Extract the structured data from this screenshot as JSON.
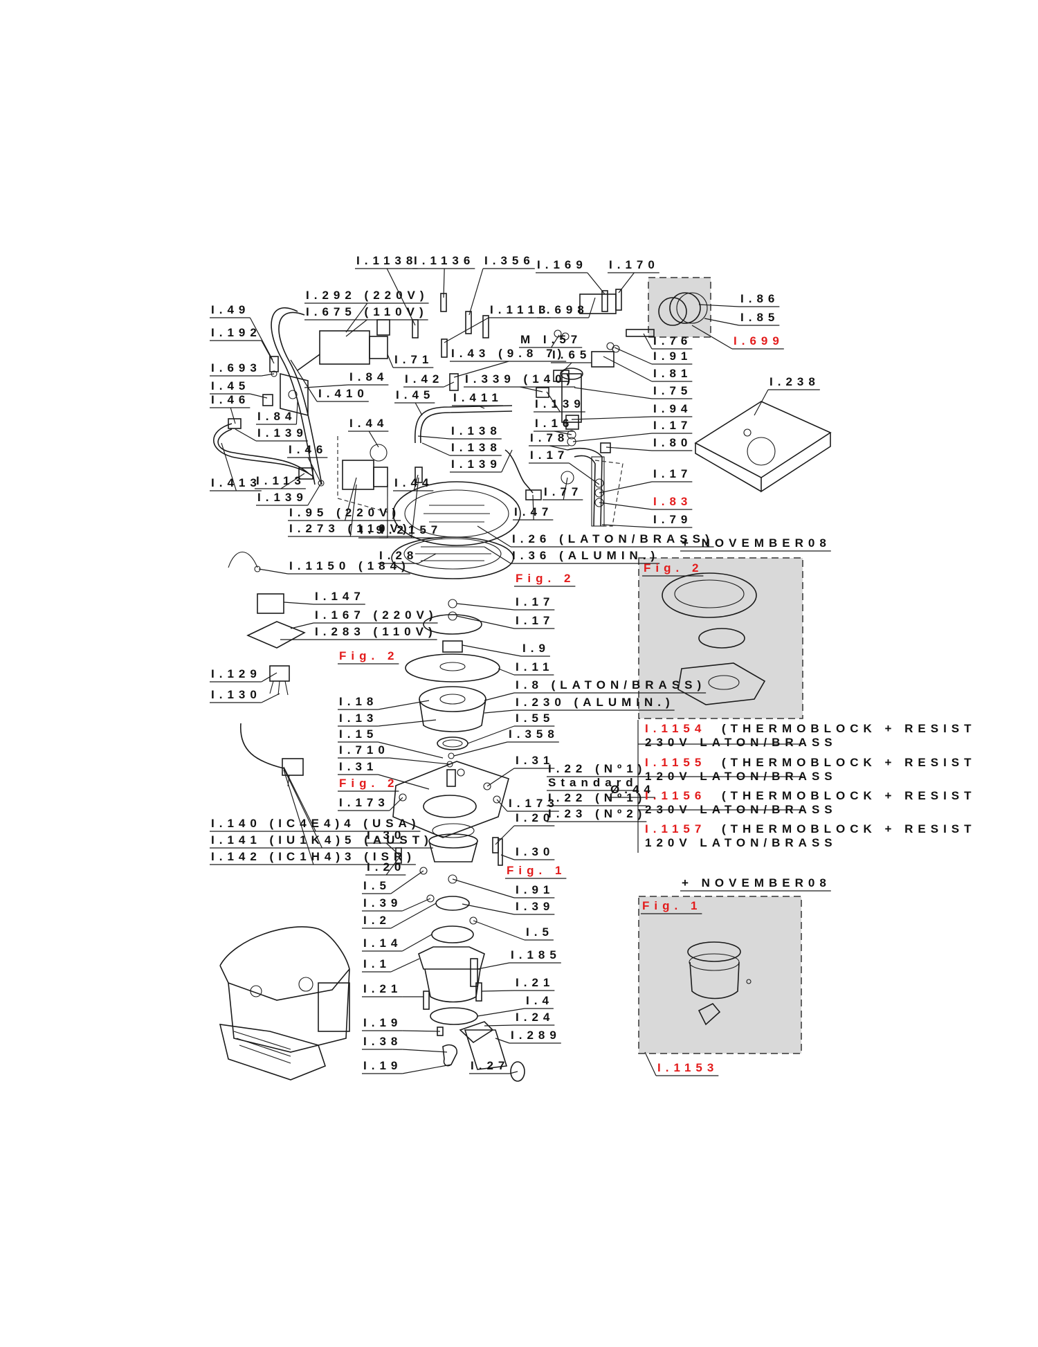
{
  "colors": {
    "label": "#111111",
    "highlight": "#e31b1b",
    "inset_fill": "#d9d9d9",
    "line": "#1a1a1a"
  },
  "labels": {
    "l1113b": "I.1138",
    "l1136": "I.1136",
    "l356": "I.356",
    "l169": "I.169",
    "l170": "I.170",
    "l292": "I.292 (220V)",
    "l675": "I.675 (110V)",
    "l49": "I.49",
    "l1113": "I.1113",
    "l698": "I.698",
    "l86": "I.86",
    "l85": "I.85",
    "l699": "I.699",
    "l192": "I.192",
    "lm157": "M I.57",
    "l71": "I.71",
    "l43": "I.43 (9.8 7)",
    "l65": "I.65",
    "l76": "I.76",
    "l91a": "I.91",
    "l693": "I.693",
    "l184": "I.84",
    "l42": "I.42",
    "l339": "I.339 (140)",
    "l81": "I.81",
    "l45": "I.45",
    "l410": "I.410",
    "l45b": "I.45",
    "l411": "I.411",
    "l75": "I.75",
    "l238": "I.238",
    "l46a": "I.46",
    "l84": "I.84",
    "l139a": "I.139",
    "l94": "I.94",
    "l139b": "I.139",
    "l16": "I.16",
    "l17a": "I.17",
    "l44": "I.44",
    "l138a": "I.138",
    "l78": "I.78",
    "l138b": "I.138",
    "l80": "I.80",
    "l46b": "I.46",
    "l17b": "I.17",
    "l139c": "I.139",
    "l17c": "I.17",
    "l413": "I.413",
    "l113": "I.113",
    "l44b": "I.44",
    "l77": "I.77",
    "l83": "I.83",
    "l139d": "I.139",
    "l47": "I.47",
    "l79": "I.79",
    "l95": "I.95 (220V)",
    "l273": "I.273 (110V)",
    "l9": "I.9",
    "l2157": "I.2157",
    "l26": "I.26 (LATON/BRASS)",
    "l36": "I.36 (ALUMIN.)",
    "nov1": "+ NOVEMBER08",
    "fig2a": "Fig. 2",
    "l28": "I.28",
    "l1150": "I.1150 (184)",
    "fig2b": "Fig. 2",
    "l147": "I.147",
    "l17d": "I.17",
    "l167": "I.167 (220V)",
    "l17e": "I.17",
    "l283": "I.283 (110V)",
    "fig2c": "Fig. 2",
    "l9b": "I.9",
    "l129": "I.129",
    "l11": "I.11",
    "l8": "I.8 (LATON/BRASS)",
    "l130": "I.130",
    "l18": "I.18",
    "l230": "I.230 (ALUMIN.)",
    "l13": "I.13",
    "l55": "I.55",
    "l15": "I.15",
    "l358": "I.358",
    "l710": "I.710",
    "l31a": "I.31",
    "l31b": "I.31",
    "l22": "I.22 (Nº1)",
    "standard": "Standard",
    "l44c": "Ø.44",
    "fig2d": "Fig. 2",
    "l173": "I.173",
    "l173b": "I.173",
    "l22b": "I.22 (Nº1)",
    "l23": "I.23 (Nº2)",
    "l140": "I.140 (IC4E4)4 (USA)",
    "l141": "I.141 (IU1K4)5 (AUST)",
    "l142": "I.142 (IC1H4)3 (ISR)",
    "l20a": "I.20",
    "l30b": "I.30",
    "l20b": "I.20",
    "l30": "I.30",
    "fig1a": "Fig. 1",
    "l5a": "I.5",
    "l91b": "I.91",
    "l39a": "I.39",
    "l39b": "I.39",
    "l2": "I.2",
    "l5b": "I.5",
    "l14": "I.14",
    "l1": "I.1",
    "l185": "I.185",
    "l21a": "I.21",
    "l21b": "I.21",
    "l4": "I.4",
    "l19a": "I.19",
    "l24": "I.24",
    "l289": "I.289",
    "l38": "I.38",
    "l19b": "I.19",
    "l27": "I.27",
    "l1153": "I.1153",
    "nov2": "+ NOVEMBER08",
    "fig1b": "Fig. 1"
  },
  "thermoblocks": [
    {
      "code": "I.1154",
      "desc": "(THERMOBLOCK + RESIST",
      "spec": "230V LATON/BRASS"
    },
    {
      "code": "I.1155",
      "desc": "(THERMOBLOCK + RESIST",
      "spec": "120V LATON/BRASS"
    },
    {
      "code": "I.1156",
      "desc": "(THERMOBLOCK + RESIST",
      "spec": "230V LATON/BRASS"
    },
    {
      "code": "I.1157",
      "desc": "(THERMOBLOCK + RESIST",
      "spec": "120V LATON/BRASS"
    }
  ]
}
